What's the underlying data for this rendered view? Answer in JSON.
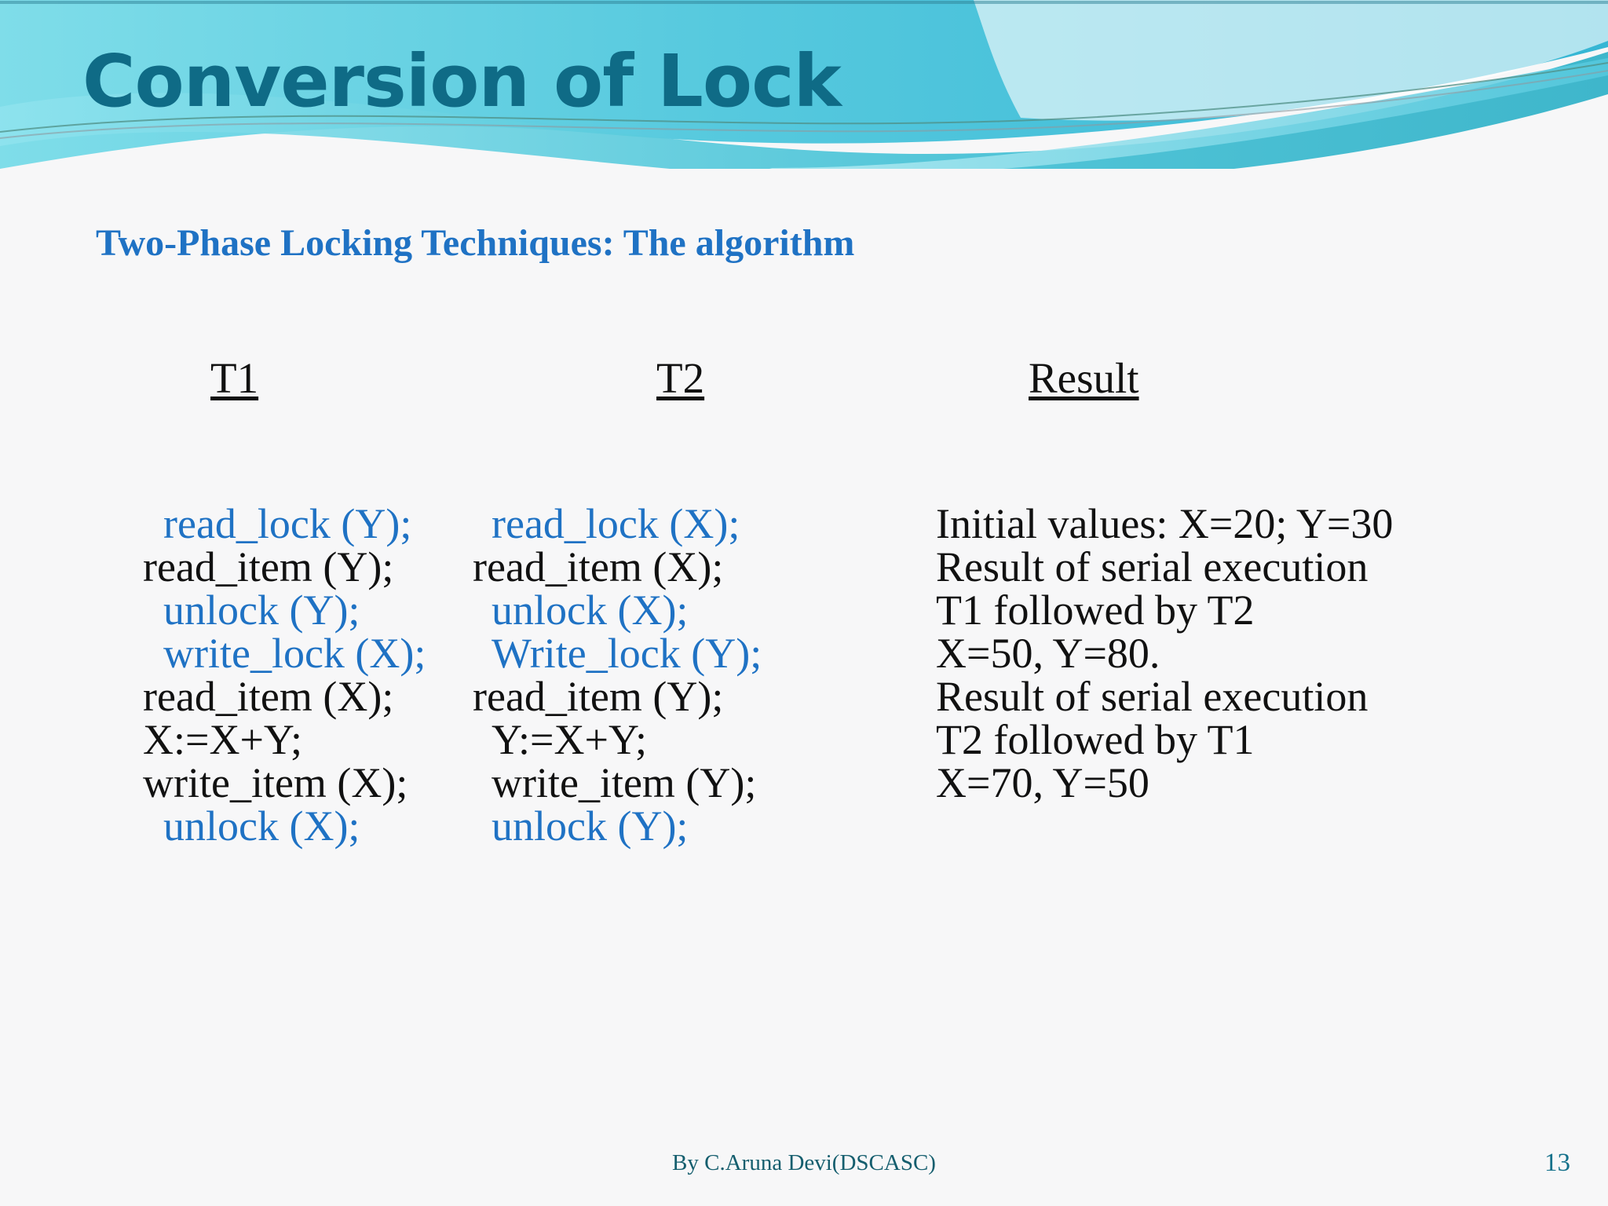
{
  "slide": {
    "title": "Conversion of Lock",
    "subtitle": "Two-Phase Locking Techniques: The algorithm",
    "colors": {
      "title": "#0F6B86",
      "subtitle": "#1F72C4",
      "code_blue": "#1F72C4",
      "code_black": "#111111",
      "banner_cyan": "#6FD4E6",
      "banner_teal": "#2FB4C6",
      "footer_teal": "#155E6E",
      "background": "#F7F7F8"
    }
  },
  "table": {
    "headers": [
      "T1",
      "T2",
      "Result"
    ],
    "t1": [
      {
        "text": "read_lock (Y);",
        "color": "blue",
        "indent": "ind1"
      },
      {
        "text": "read_item (Y);",
        "color": "black",
        "indent": ""
      },
      {
        "text": "unlock (Y);",
        "color": "blue",
        "indent": "ind1"
      },
      {
        "text": "write_lock (X);",
        "color": "blue",
        "indent": "ind1"
      },
      {
        "text": "read_item (X);",
        "color": "black",
        "indent": ""
      },
      {
        "text": "X:=X+Y;",
        "color": "black",
        "indent": ""
      },
      {
        "text": "write_item (X);",
        "color": "black",
        "indent": ""
      },
      {
        "text": "unlock (X);",
        "color": "blue",
        "indent": "ind1"
      }
    ],
    "t2": [
      {
        "text": "read_lock (X);",
        "color": "blue",
        "indent": "ind3"
      },
      {
        "text": "read_item (X);",
        "color": "black",
        "indent": "ind2"
      },
      {
        "text": "unlock (X);",
        "color": "blue",
        "indent": "ind3"
      },
      {
        "text": "Write_lock (Y);",
        "color": "blue",
        "indent": "ind3"
      },
      {
        "text": "read_item (Y);",
        "color": "black",
        "indent": "ind2"
      },
      {
        "text": "Y:=X+Y;",
        "color": "black",
        "indent": "ind3"
      },
      {
        "text": "write_item (Y);",
        "color": "black",
        "indent": "ind3"
      },
      {
        "text": "unlock (Y);",
        "color": "blue",
        "indent": "ind3"
      }
    ],
    "result": [
      "Initial values: X=20; Y=30",
      "Result of serial execution",
      "T1 followed by T2",
      "X=50, Y=80.",
      "Result of serial execution",
      "T2 followed by T1",
      "X=70, Y=50"
    ]
  },
  "footer": {
    "author": "By C.Aruna Devi(DSCASC)",
    "page_number": "13"
  }
}
